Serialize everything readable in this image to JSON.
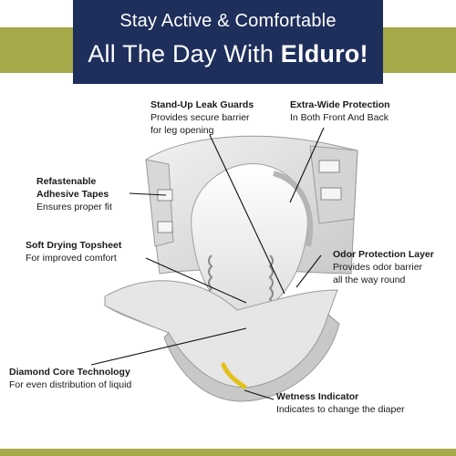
{
  "header": {
    "line1": "Stay Active & Comfortable",
    "line2_prefix": "All The Day With ",
    "line2_brand": "Elduro!"
  },
  "colors": {
    "navy": "#1e2f5c",
    "olive": "#a6a84a",
    "wetness_indicator": "#e2c21a"
  },
  "callouts": {
    "leak_guards": {
      "title": "Stand-Up Leak Guards",
      "line1": "Provides secure barrier",
      "line2": "for leg opening"
    },
    "extra_wide": {
      "title": "Extra-Wide Protection",
      "line1": "In Both Front And Back"
    },
    "tapes": {
      "title1": "Refastenable",
      "title2": "Adhesive Tapes",
      "line1": "Ensures proper fit"
    },
    "topsheet": {
      "title": "Soft Drying Topsheet",
      "line1": "For improved comfort"
    },
    "odor": {
      "title": "Odor Protection Layer",
      "line1": "Provides odor barrier",
      "line2": "all the way round"
    },
    "core": {
      "title": "Diamond Core Technology",
      "line1": "For even distribution of liquid"
    },
    "wetness": {
      "title": "Wetness Indicator",
      "line1": "Indicates to change the diaper"
    }
  }
}
